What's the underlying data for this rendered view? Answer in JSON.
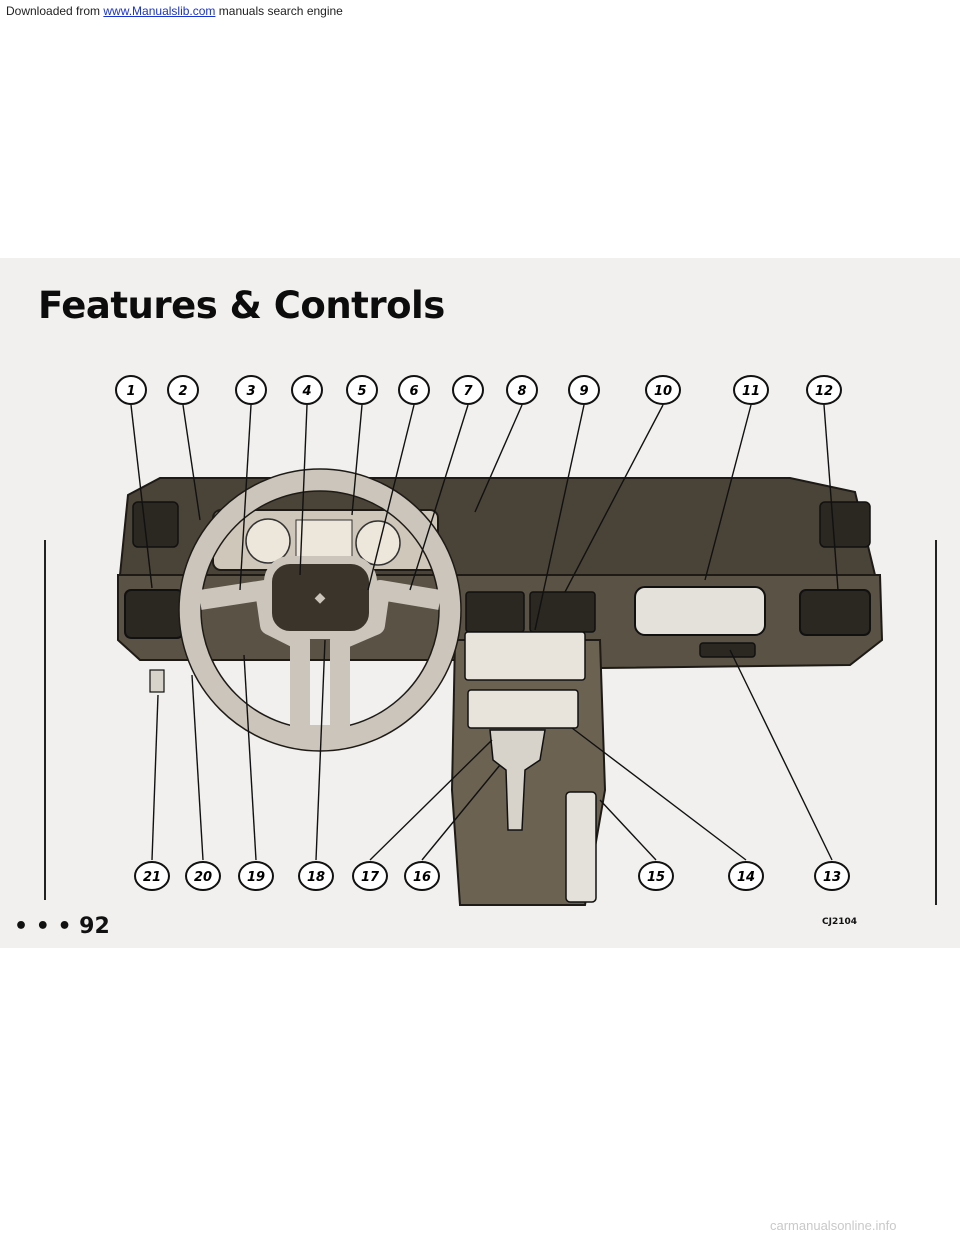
{
  "header": {
    "prefix": "Downloaded from ",
    "link_text": "www.Manualslib.com",
    "suffix": " manuals search engine"
  },
  "title": "Features & Controls",
  "page_number": "• • • 92",
  "figure_code": "CJ2104",
  "footer_watermark": "carmanualsonline.info",
  "callouts": [
    "1",
    "2",
    "3",
    "4",
    "5",
    "6",
    "7",
    "8",
    "9",
    "10",
    "11",
    "12",
    "13",
    "14",
    "15",
    "16",
    "17",
    "18",
    "19",
    "20",
    "21"
  ],
  "colors": {
    "dash": "#4a4338",
    "dash_light": "#6b6252",
    "wheel": "#cbc5bb",
    "page": "#f1f0ee"
  }
}
